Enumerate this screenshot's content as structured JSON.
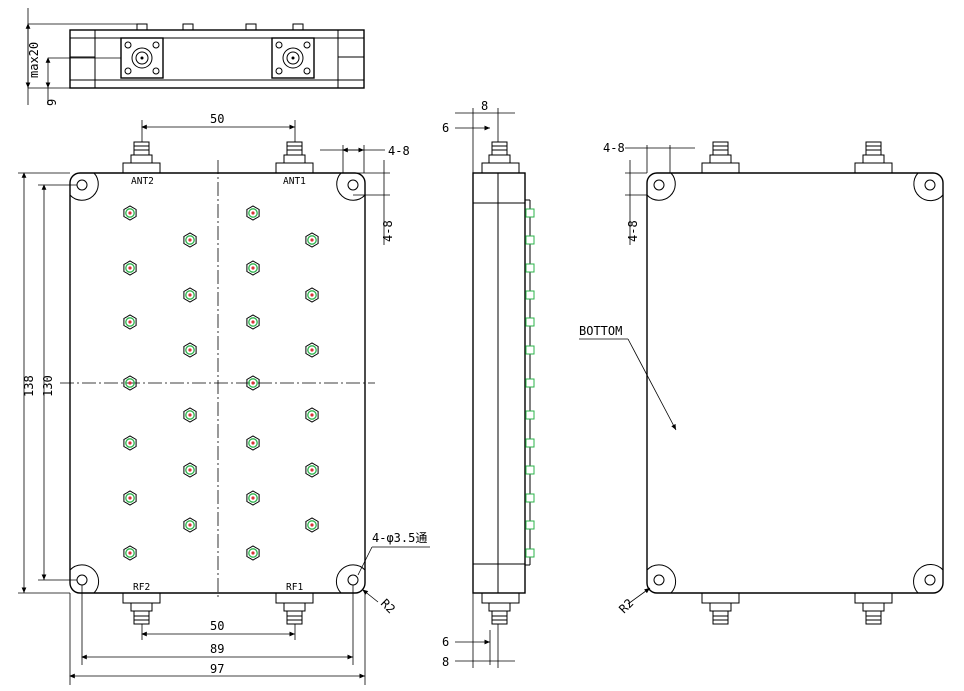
{
  "dimensions": {
    "top_height_max": "max20",
    "top_offset": "9",
    "connector_spacing_top": "50",
    "connector_spacing_bottom": "50",
    "mount_spacing_width": "89",
    "overall_width": "97",
    "overall_height": "138",
    "mount_spacing_height": "130",
    "corner_offset": "4-8",
    "side_offset_a": "8",
    "side_offset_b": "6",
    "radius_front": "R2",
    "radius_back": "R2"
  },
  "labels": {
    "ant2": "ANT2",
    "ant1": "ANT1",
    "rf2": "RF2",
    "rf1": "RF1",
    "hole_note": "4-φ3.5通",
    "bottom_view": "BOTTOM"
  }
}
